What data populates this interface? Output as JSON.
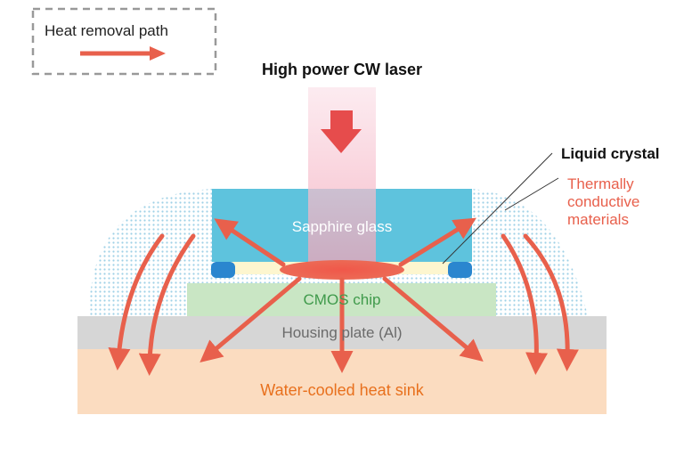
{
  "legend": {
    "title": "Heat removal path"
  },
  "labels": {
    "laser": "High power CW laser",
    "liquid_crystal": "Liquid crystal",
    "thermal_line1": "Thermally",
    "thermal_line2": "conductive",
    "thermal_line3": "materials",
    "sapphire": "Sapphire glass",
    "cmos": "CMOS chip",
    "housing": "Housing plate (Al)",
    "heatsink": "Water-cooled heat sink"
  },
  "colors": {
    "arrow": "#e8604c",
    "sapphire": "#5ec3dd",
    "cmos": "#c9e6c4",
    "cmos_text": "#3f9a4b",
    "housing": "#d6d6d6",
    "housing_text": "#6b6b6b",
    "heatsink": "#fbdcc0",
    "heatsink_text": "#e8701d",
    "laser_beam": "#f5b8c6",
    "thermal_text": "#e8604c",
    "dots": "#9fd0e6",
    "liquid_crystal": "#fdf6cf",
    "seal": "#2a86cf",
    "legend_border": "#999999"
  }
}
